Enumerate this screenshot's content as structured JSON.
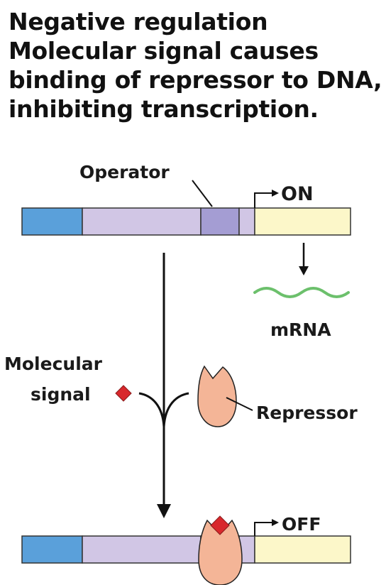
{
  "heading": {
    "line1": "Negative regulation",
    "line2": "Molecular signal causes",
    "line3": "binding of repressor to DNA,",
    "line4": "inhibiting transcription."
  },
  "labels": {
    "operator": "Operator",
    "on": "ON",
    "mrna": "mRNA",
    "molecular_line1": "Molecular",
    "molecular_line2": "signal",
    "repressor": "Repressor",
    "off": "OFF"
  },
  "colors": {
    "promoter": "#5aa0da",
    "regulatory": "#d1c6e5",
    "operator": "#a49dd3",
    "gene": "#fcf7c9",
    "mrna": "#6cc06c",
    "repressor": "#f4b597",
    "signal": "#d8282c",
    "on_text": "#2f9a45",
    "off_text": "#d62020"
  }
}
